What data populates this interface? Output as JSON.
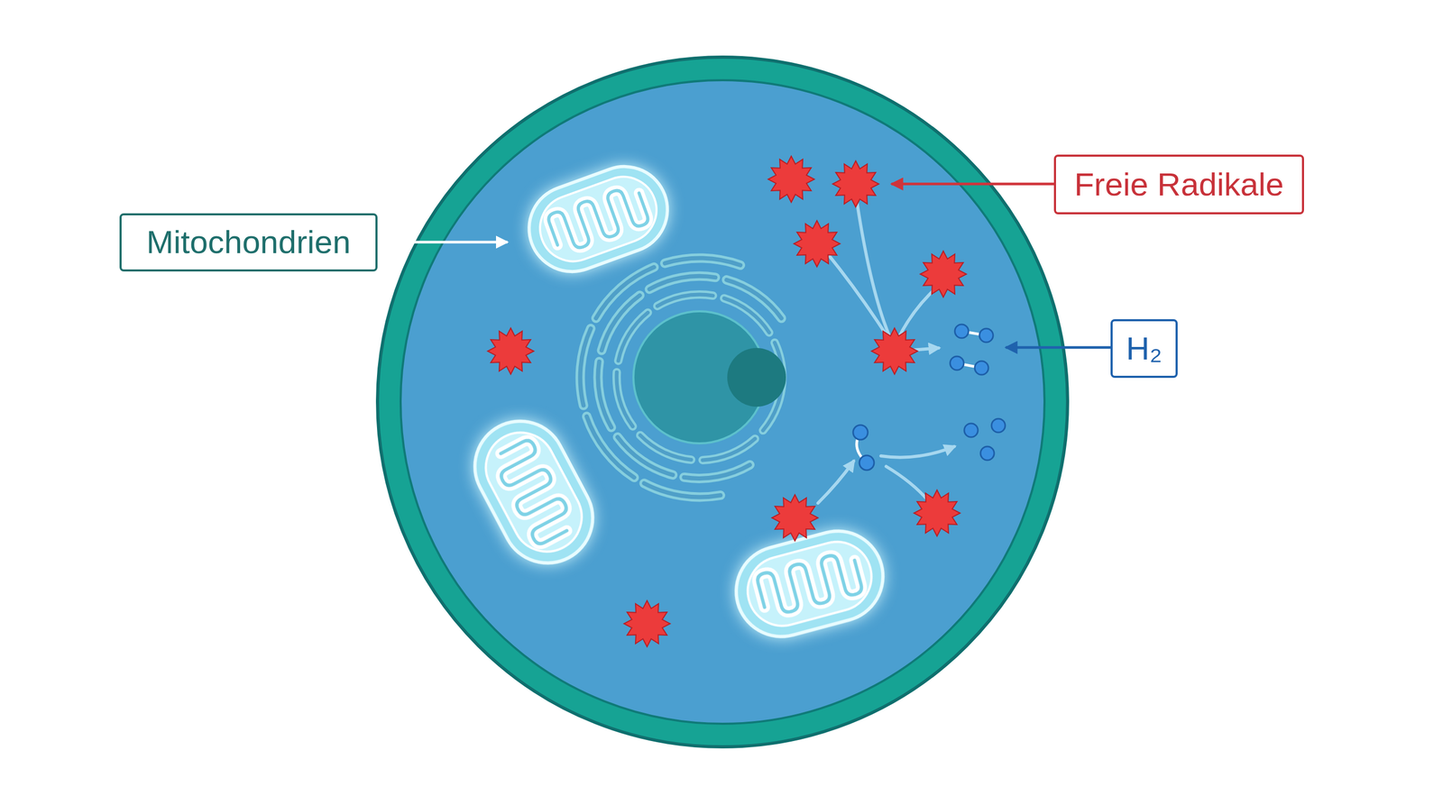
{
  "diagram": {
    "nodes": [
      {
        "text": [
          "Freie Radikale"
        ]
      },
      {
        "text": [
          "Mitochondrien"
        ]
      },
      {
        "text": [
          "H₂"
        ]
      }
    ]
  }
}
